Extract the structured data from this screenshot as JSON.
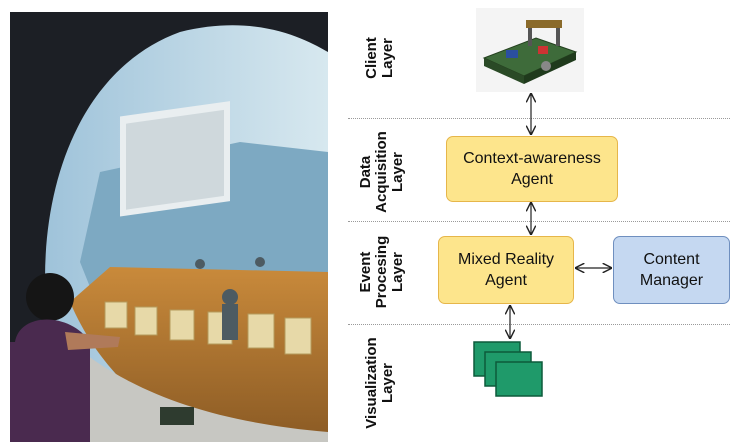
{
  "layers": [
    {
      "id": "client",
      "label": "Client\nLayer"
    },
    {
      "id": "data",
      "label": "Data\nAcquisition\nLayer"
    },
    {
      "id": "event",
      "label": "Event\nProcesing\nLayer"
    },
    {
      "id": "visualization",
      "label": "Visualization\nLayer"
    }
  ],
  "agents": {
    "context": "Context-awareness\nAgent",
    "mixed": "Mixed Reality\nAgent",
    "content": "Content\nManager"
  },
  "colors": {
    "agent_fill": "#fde58c",
    "agent_border": "#e6b64a",
    "manager_fill": "#c5d8f1",
    "manager_border": "#6f8fbf",
    "visualization_green": "#1f9a6a"
  },
  "icons": [
    "robot-board-image",
    "visualization-windows-icon",
    "photo-dome-display"
  ]
}
